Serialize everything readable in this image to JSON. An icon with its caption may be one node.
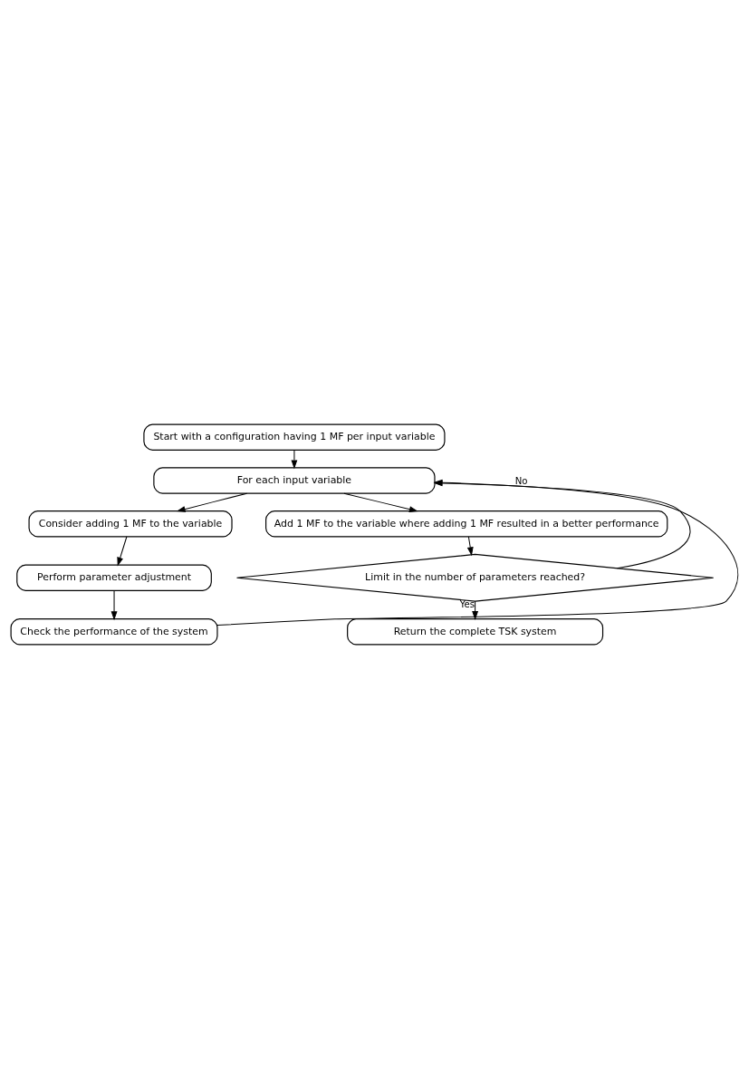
{
  "diagram": {
    "nodes": [
      {
        "text": [
          "Start with a configuration having 1 MF per input variable"
        ]
      },
      {
        "text": [
          "For each input variable"
        ]
      },
      {
        "text": [
          "Consider adding 1 MF to the variable"
        ]
      },
      {
        "text": [
          "Perform parameter adjustment"
        ]
      },
      {
        "text": [
          "Check the performance of the system"
        ]
      },
      {
        "text": [
          "Add 1 MF to the variable where adding 1 MF resulted in a better performance"
        ]
      },
      {
        "text": [
          "Limit in the number of parameters reached?"
        ]
      },
      {
        "text": [
          "Return the complete TSK system"
        ]
      }
    ],
    "edges": [
      {
        "from": 0,
        "to": 1,
        "arrow": "to"
      },
      {
        "from": 1,
        "to": 2,
        "arrow": "to"
      },
      {
        "from": 2,
        "to": 3,
        "arrow": "to"
      },
      {
        "from": 3,
        "to": 4,
        "arrow": "to"
      },
      {
        "from": 4,
        "to": 1,
        "arrow": "to"
      },
      {
        "from": 1,
        "to": 5,
        "arrow": "to"
      },
      {
        "from": 5,
        "to": 6,
        "arrow": "to"
      },
      {
        "from": 6,
        "to": 7,
        "arrow": "to",
        "label": "Yes"
      },
      {
        "from": 6,
        "to": 1,
        "arrow": "to",
        "label": "No"
      }
    ]
  }
}
